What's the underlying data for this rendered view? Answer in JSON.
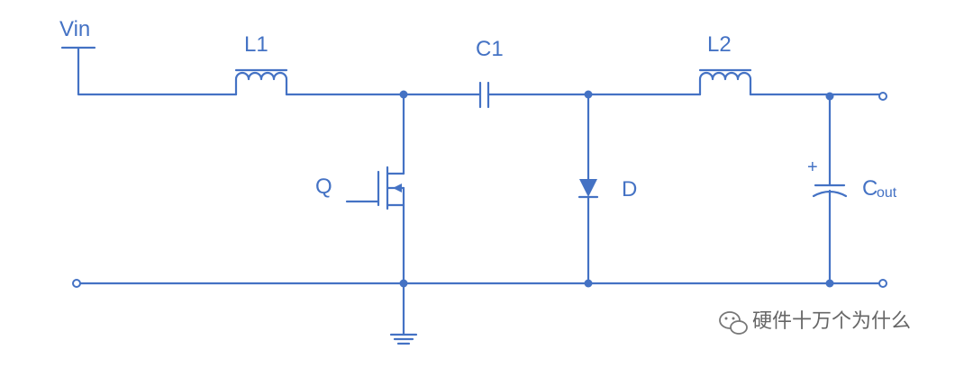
{
  "labels": {
    "vin": "Vin",
    "l1": "L1",
    "c1": "C1",
    "l2": "L2",
    "q": "Q",
    "d": "D",
    "cout_main": "C",
    "cout_sub": "out",
    "cout_polarity": "+"
  },
  "watermark": {
    "icon": "wechat-icon",
    "text": "硬件十万个为什么"
  },
  "colors": {
    "wire": "#4472C4",
    "watermark": "#666666"
  }
}
